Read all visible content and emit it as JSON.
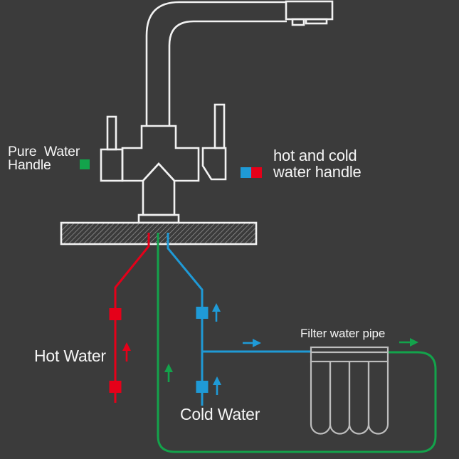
{
  "colors": {
    "background": "#3b3b3b",
    "outline": "#f2f2f2",
    "filter_outline": "#bdbdbd",
    "hatch_line": "#9a9a9a",
    "text": "#f5f5f5",
    "hot": "#e50019",
    "cold": "#1f9ad6",
    "pure": "#13a34b"
  },
  "legend": {
    "pure": {
      "label": "Pure  Water\nHandle",
      "swatch_color": "#13a34b"
    },
    "hot_cold": {
      "label": "hot and cold\nwater handle",
      "swatch_colors": [
        "#1f9ad6",
        "#e50019"
      ]
    }
  },
  "pipes": {
    "hot": {
      "label": "Hot Water",
      "color": "#e50019"
    },
    "cold": {
      "label": "Cold Water",
      "color": "#1f9ad6"
    },
    "pure": {
      "color": "#13a34b"
    }
  },
  "filter": {
    "label": "Filter water pipe",
    "cartridge_count": 4
  }
}
